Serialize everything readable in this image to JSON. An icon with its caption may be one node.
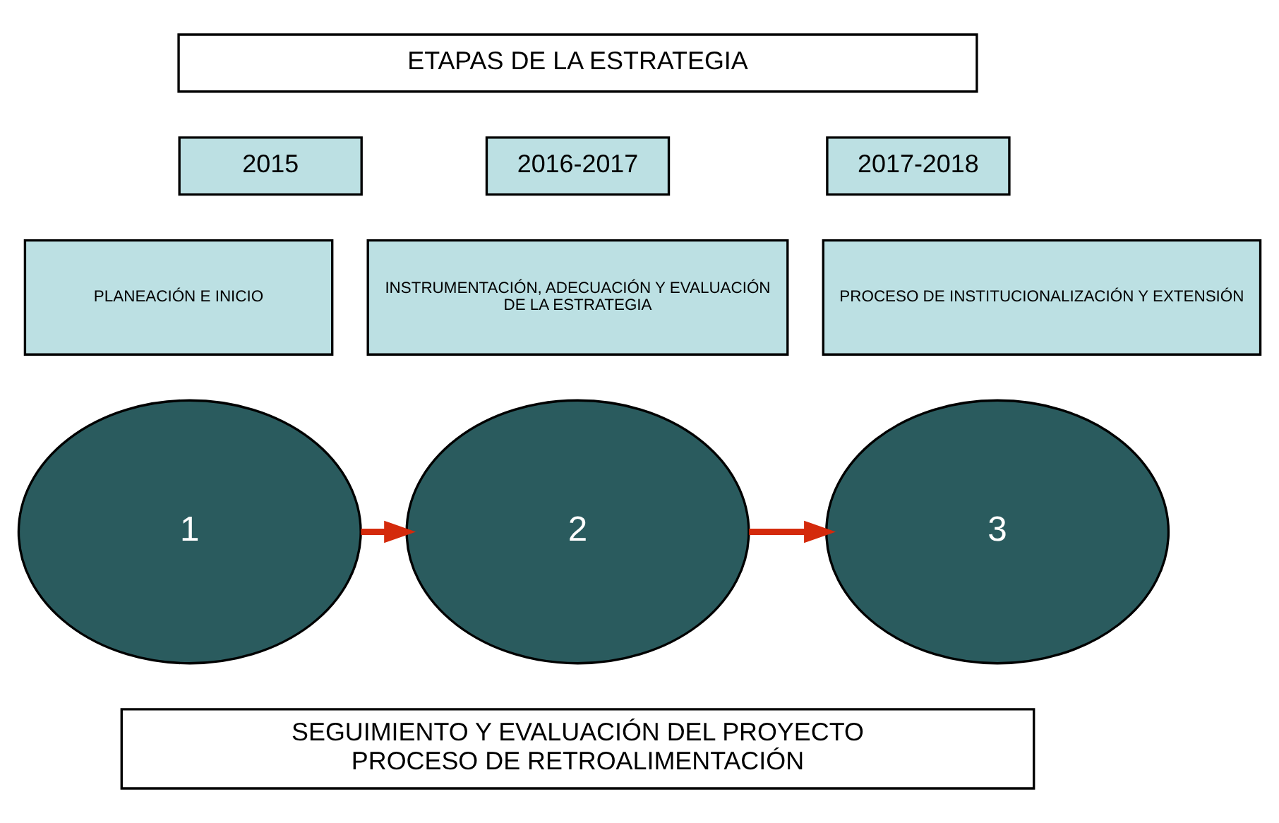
{
  "diagram": {
    "nodes": [
      {
        "text": [
          "ETAPAS DE LA ESTRATEGIA"
        ]
      },
      {
        "text": [
          "2015"
        ]
      },
      {
        "text": [
          "2016-2017"
        ]
      },
      {
        "text": [
          "2017-2018"
        ]
      },
      {
        "text": [
          "PLANEACIÓN E INICIO"
        ]
      },
      {
        "text": [
          "INSTRUMENTACIÓN, ADECUACIÓN Y EVALUACIÓN",
          "DE LA ESTRATEGIA"
        ]
      },
      {
        "text": [
          "PROCESO DE INSTITUCIONALIZACIÓN Y EXTENSIÓN"
        ]
      },
      {
        "text": [
          "1"
        ]
      },
      {
        "text": [
          "2"
        ]
      },
      {
        "text": [
          "3"
        ]
      },
      {
        "text": [
          "SEGUIMIENTO Y EVALUACIÓN DEL PROYECTO",
          "PROCESO DE RETROALIMENTACIÓN"
        ]
      }
    ],
    "edges": [
      {
        "from": 7,
        "to": 8,
        "arrow": "to",
        "color": "#d42a0c"
      },
      {
        "from": 8,
        "to": 9,
        "arrow": "to",
        "color": "#d42a0c"
      }
    ]
  }
}
